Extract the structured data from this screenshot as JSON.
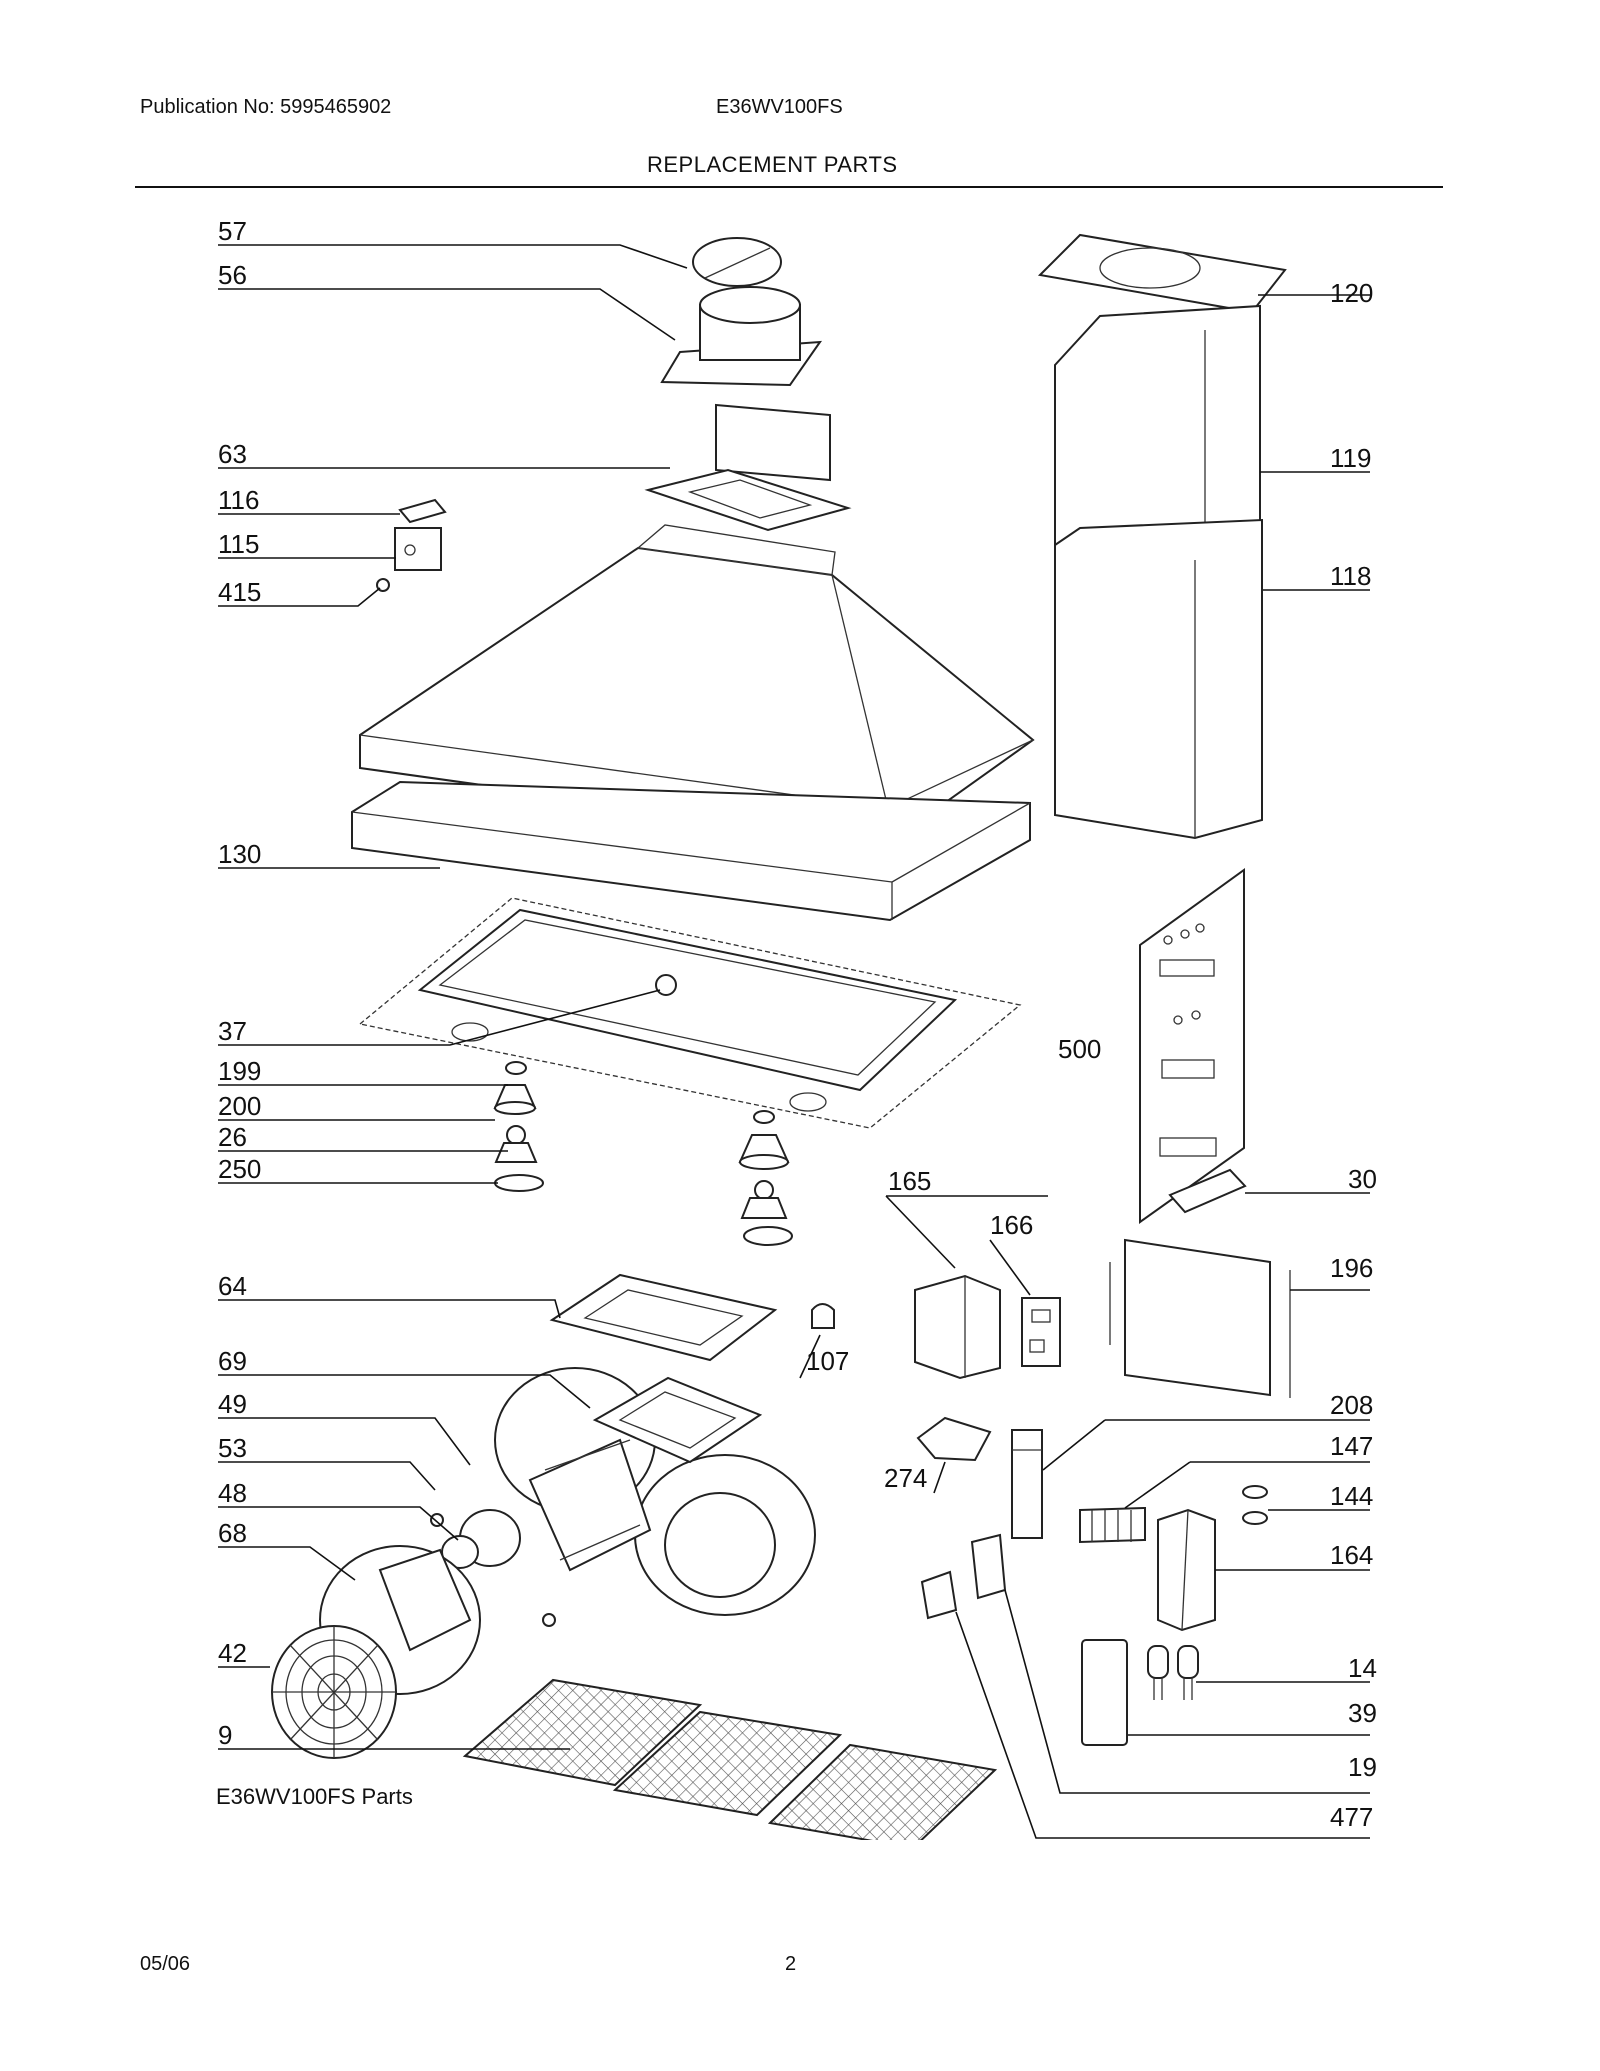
{
  "header": {
    "publication": "Publication No: 5995465902",
    "model": "E36WV100FS",
    "title": "REPLACEMENT PARTS"
  },
  "diagram": {
    "caption": "E36WV100FS Parts",
    "callouts": [
      "57",
      "56",
      "63",
      "116",
      "115",
      "415",
      "130",
      "37",
      "199",
      "200",
      "26",
      "250",
      "64",
      "69",
      "49",
      "53",
      "48",
      "68",
      "42",
      "9",
      "107",
      "274",
      "165",
      "166",
      "120",
      "119",
      "118",
      "500",
      "30",
      "196",
      "208",
      "147",
      "144",
      "164",
      "14",
      "39",
      "19",
      "477"
    ]
  },
  "footer": {
    "date": "05/06",
    "page": "2"
  }
}
